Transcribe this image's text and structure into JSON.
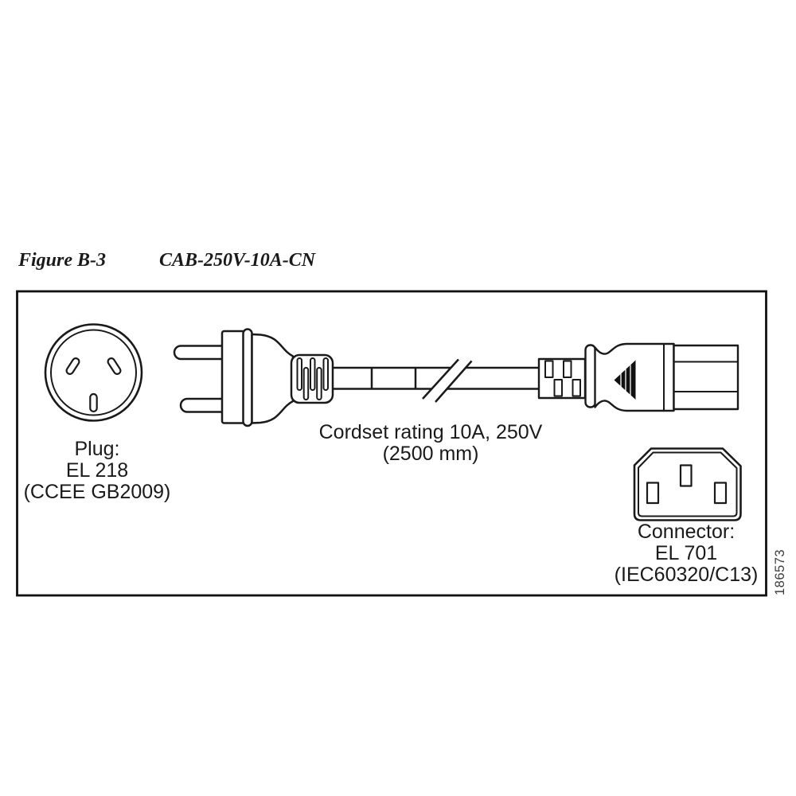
{
  "figure": {
    "label": "Figure B-3",
    "title": "CAB-250V-10A-CN"
  },
  "diagram": {
    "plug_caption": {
      "line1": "Plug:",
      "line2": "EL 218",
      "line3": "(CCEE GB2009)"
    },
    "cord_caption": {
      "line1": "Cordset rating 10A, 250V",
      "line2": "(2500 mm)"
    },
    "connector_caption": {
      "line1": "Connector:",
      "line2": "EL 701",
      "line3": "(IEC60320/C13)"
    },
    "part_number": "186573",
    "colors": {
      "line": "#1a1a1a",
      "border": "#111111",
      "part_number_text": "#3c3c3c",
      "background": "#ffffff"
    }
  }
}
